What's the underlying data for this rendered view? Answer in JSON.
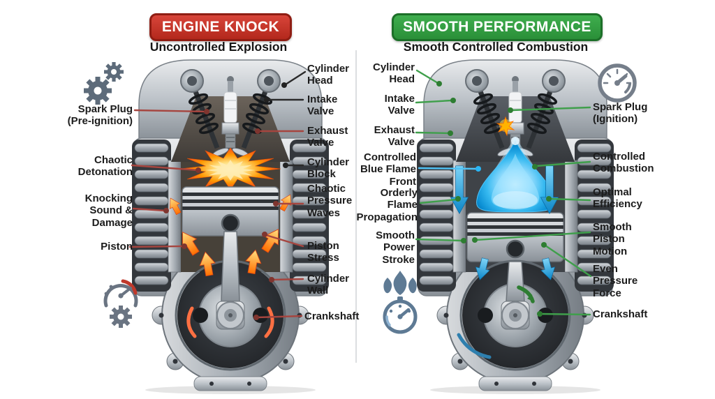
{
  "palette": {
    "knock_red": "#c1271d",
    "performance_green": "#2f9e41",
    "red_line": "#a6453f",
    "green_line": "#3f9f4b",
    "cyan_line": "#4fc3f7",
    "black_line": "#2a2a2a",
    "fire_orange": "#ff8f00",
    "flame_blue": "#29b6f6",
    "icon_gray": "#64748b"
  },
  "left": {
    "banner": "ENGINE KNOCK",
    "subtitle": "Uncontrolled Explosion",
    "labels_left": [
      {
        "id": "spark-plug",
        "text": "Spark Plug\n(Pre-ignition)"
      },
      {
        "id": "chaotic-detonation",
        "text": "Chaotic\nDetonation"
      },
      {
        "id": "knocking-sound-damage",
        "text": "Knocking\nSound &\nDamage"
      },
      {
        "id": "piston",
        "text": "Piston"
      }
    ],
    "labels_right": [
      {
        "id": "cylinder-head",
        "text": "Cylinder\nHead"
      },
      {
        "id": "intake-valve",
        "text": "Intake\nValve"
      },
      {
        "id": "exhaust-valve",
        "text": "Exhaust\nValve"
      },
      {
        "id": "cylinder-block",
        "text": "Cylinder\nBlock"
      },
      {
        "id": "chaotic-pressure-waves",
        "text": "Chaotic\nPressure\nWaves"
      },
      {
        "id": "piston-stress",
        "text": "Piston\nStress"
      },
      {
        "id": "cylinder-wall",
        "text": "Cylinder\nWall"
      },
      {
        "id": "crankshaft",
        "text": "Crankshaft"
      }
    ]
  },
  "right": {
    "banner": "SMOOTH PERFORMANCE",
    "subtitle": "Smooth Controlled Combustion",
    "labels_left": [
      {
        "id": "cylinder-head",
        "text": "Cylinder\nHead"
      },
      {
        "id": "intake-valve",
        "text": "Intake\nValve"
      },
      {
        "id": "exhaust-valve",
        "text": "Exhaust\nValve"
      },
      {
        "id": "controlled-blue-flame-front",
        "text": "Controlled\nBlue Flame\nFront"
      },
      {
        "id": "orderly-flame-propagation",
        "text": "Orderly\nFlame\nPropagation"
      },
      {
        "id": "smooth-power-stroke",
        "text": "Smooth\nPower\nStroke"
      }
    ],
    "labels_right": [
      {
        "id": "spark-plug-ignition",
        "text": "Spark Plug\n(Ignition)"
      },
      {
        "id": "controlled-combustion",
        "text": "Controlled\nCombustion"
      },
      {
        "id": "optimal-efficiency",
        "text": "Optimal\nEfficiency"
      },
      {
        "id": "smooth-piston-motion",
        "text": "Smooth\nPiston\nMotion"
      },
      {
        "id": "even-pressure-force",
        "text": "Even\nPressure\nForce"
      },
      {
        "id": "crankshaft",
        "text": "Crankshaft"
      }
    ]
  },
  "icons": {
    "top_left": "gears-icon",
    "bottom_left": "gauge-gear-icon",
    "top_right": "gauge-icon",
    "mid_bottom": "flame-gauge-icon"
  }
}
